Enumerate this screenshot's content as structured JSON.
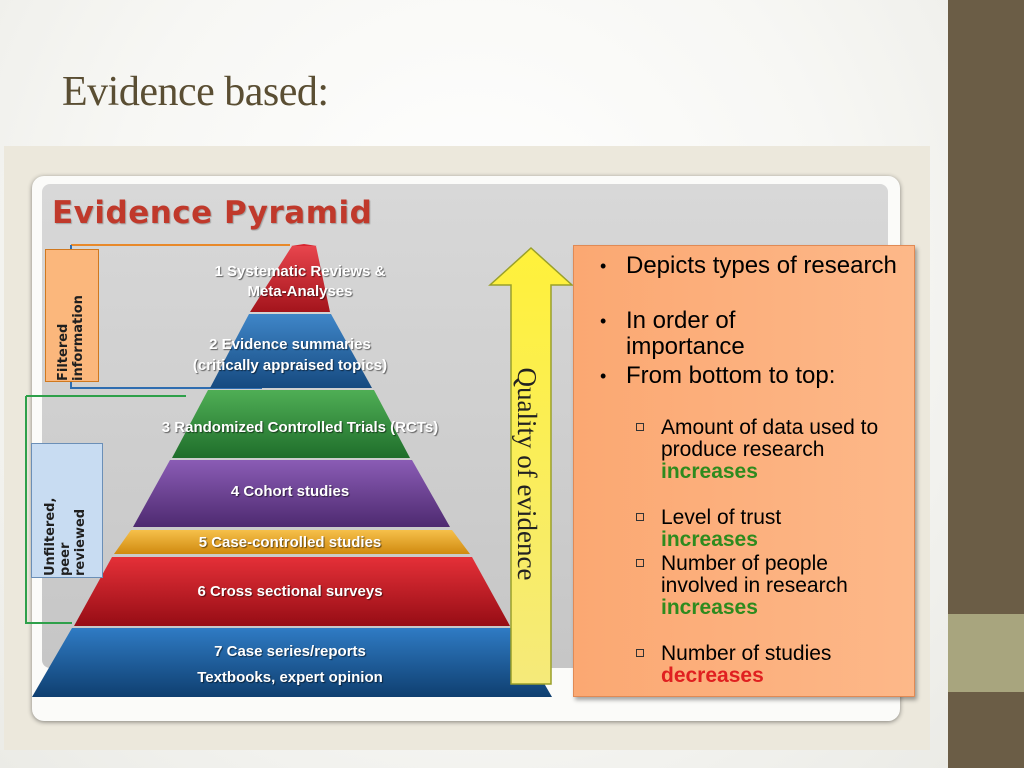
{
  "slide": {
    "title": "Evidence based:",
    "colors": {
      "sidebar": "#6b5d46",
      "sidebar_accent": "#a8a57e",
      "title": "#5a4e33"
    }
  },
  "figure": {
    "heading": "Evidence Pyramid",
    "levels": [
      {
        "lines": [
          "1  Systematic Reviews &",
          "Meta-Analyses"
        ],
        "color": "#c8202a"
      },
      {
        "lines": [
          "2  Evidence summaries",
          "(critically appraised topics)"
        ],
        "color": "#1f5f9c"
      },
      {
        "lines": [
          "3  Randomized Controlled  Trials (RCTs)"
        ],
        "color": "#2f8a3c"
      },
      {
        "lines": [
          "4  Cohort studies"
        ],
        "color": "#6a3c91"
      },
      {
        "lines": [
          "5  Case-controlled studies"
        ],
        "color": "#e0a020"
      },
      {
        "lines": [
          "6  Cross sectional surveys"
        ],
        "color": "#c0141e"
      },
      {
        "lines": [
          "7  Case series/reports",
          "Textbooks, expert opinion"
        ],
        "color": "#1a5a99"
      }
    ],
    "side_labels": {
      "filtered": [
        "Filtered",
        "information"
      ],
      "unfiltered": [
        "Unfiltered,",
        "peer",
        "reviewed"
      ]
    },
    "arrow_label": "Quality of evidence",
    "notes": {
      "bullets": [
        {
          "text": "Depicts types of research"
        },
        {
          "text": "In order of importance"
        },
        {
          "text": "From bottom to top:"
        }
      ],
      "sub_bullets": [
        {
          "text": "Amount of data used to produce research",
          "keyword": "increases",
          "trend": "up"
        },
        {
          "text": "Level of trust",
          "keyword": "increases",
          "trend": "up"
        },
        {
          "text": "Number of people involved in research",
          "keyword": "increases",
          "trend": "up"
        },
        {
          "text": "Number of studies",
          "keyword": "decreases",
          "trend": "down"
        }
      ]
    }
  }
}
